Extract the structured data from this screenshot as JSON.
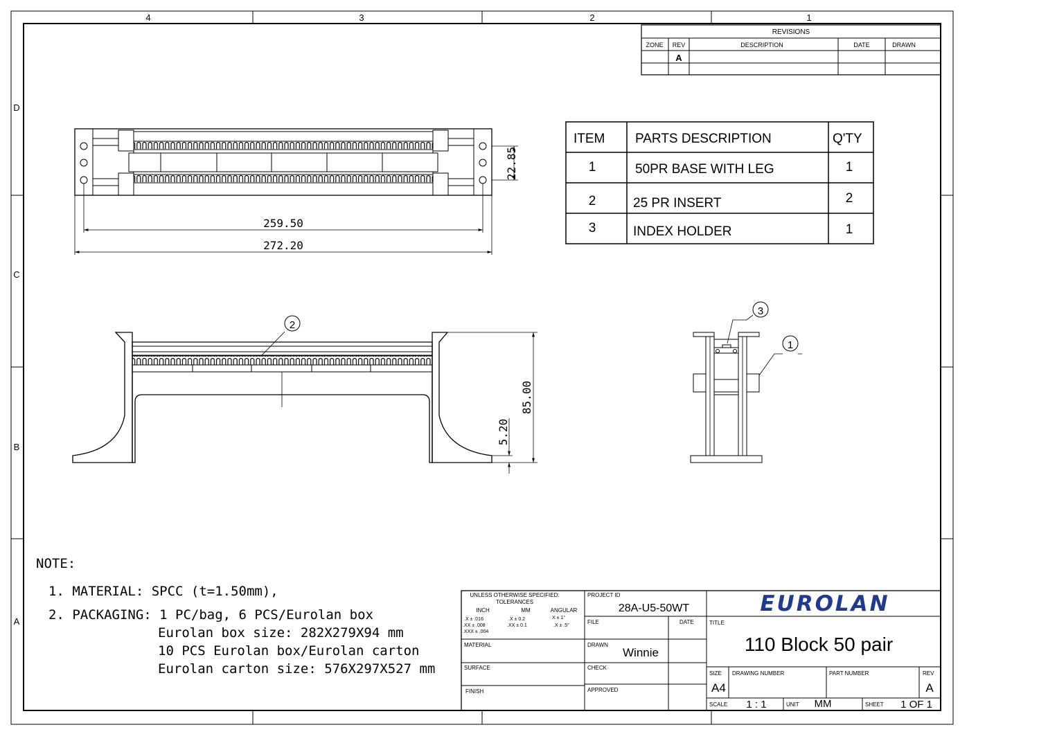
{
  "zones": {
    "cols": [
      "4",
      "3",
      "2",
      "1"
    ],
    "rows": [
      "D",
      "C",
      "B",
      "A"
    ]
  },
  "revisions": {
    "title": "REVISIONS",
    "headers": [
      "ZONE",
      "REV",
      "DESCRIPTION",
      "DATE",
      "DRAWN"
    ],
    "rows": [
      [
        "",
        "A",
        "",
        "",
        ""
      ],
      [
        "",
        "",
        "",
        "",
        ""
      ]
    ]
  },
  "bom": {
    "headers": [
      "ITEM",
      "PARTS DESCRIPTION",
      "Q'TY"
    ],
    "rows": [
      {
        "item": "1",
        "desc": "50PR BASE WITH LEG",
        "qty": "1"
      },
      {
        "item": "2",
        "desc": "25 PR INSERT",
        "qty": "2"
      },
      {
        "item": "3",
        "desc": "INDEX HOLDER",
        "qty": "1"
      }
    ]
  },
  "dimensions": {
    "top_height": "22.85",
    "inner_width": "259.50",
    "overall_width": "272.20",
    "front_height": "85.00",
    "base_thickness": "5.20"
  },
  "balloons": {
    "insert": "2",
    "index_holder": "3",
    "base": "1"
  },
  "notes": {
    "title": "NOTE:",
    "lines": [
      "1. MATERIAL: SPCC (t=1.50mm),",
      "2. PACKAGING: 1 PC/bag, 6 PCS/Eurolan box",
      "Eurolan box size: 282X279X94 mm",
      "10 PCS Eurolan box/Eurolan carton",
      "Eurolan carton size: 576X297X527 mm"
    ]
  },
  "title_block": {
    "tol_heading": "UNLESS OTHERWISE SPECIFIED:",
    "tol_sub": "TOLERANCES",
    "tol_inch": "INCH",
    "tol_mm": "MM",
    "tol_angular": "ANGULAR",
    "inch_1": ".X ± .016",
    "inch_2": ".XX ± .008",
    "inch_3": ".XXX ± .004",
    "mm_1": ".X ± 0.2",
    "mm_2": ".XX ± 0.1",
    "ang_1": "X ± 1°",
    "ang_2": ".X ± .5°",
    "project_id_label": "PROJECT ID",
    "project_id": "28A-U5-50WT",
    "file_label": "FILE",
    "date_label": "DATE",
    "material_label": "MATERIAL",
    "drawn_label": "DRAWN",
    "drawn_by": "Winnie",
    "surface_label": "SURFACE",
    "check_label": "CHECK",
    "finish_label": "FINISH",
    "approved_label": "APPROVED",
    "logo": "EUROLAN",
    "title_label": "TITLE",
    "title": "110 Block 50 pair",
    "size_label": "SIZE",
    "size": "A4",
    "drawing_number_label": "DRAWING NUMBER",
    "part_number_label": "PART NUMBER",
    "rev_label": "REV",
    "rev": "A",
    "scale_label": "SCALE",
    "scale": "1 : 1",
    "unit_label": "UNIT",
    "unit": "MM",
    "sheet_label": "SHEET",
    "sheet": "1 OF 1"
  },
  "colors": {
    "logo": "#1f3a93",
    "line": "#000000"
  }
}
